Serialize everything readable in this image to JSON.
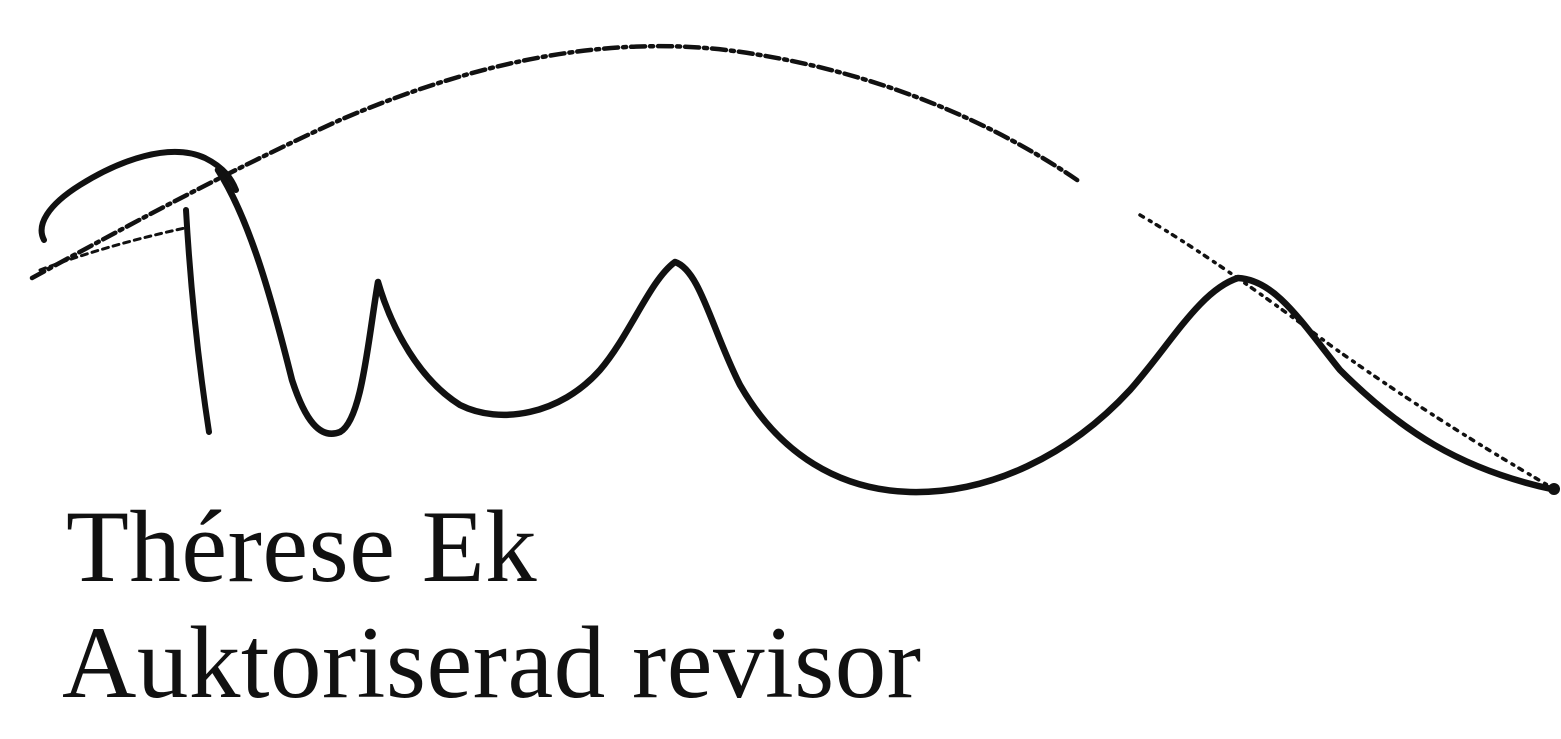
{
  "signature": {
    "name": "Thérese Ek",
    "title": "Auktoriserad revisor",
    "mark": "handwritten-signature",
    "ink_color": "#111111"
  }
}
